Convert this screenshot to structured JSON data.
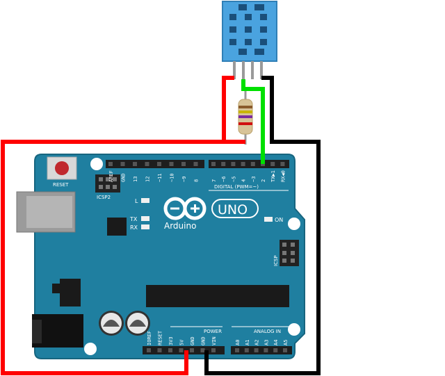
{
  "board": {
    "brand": "Arduino",
    "model": "UNO",
    "reset_label": "RESET",
    "icsp2_label": "ICSP2",
    "icsp_label": "ICSP",
    "on_label": "ON",
    "l_label": "L",
    "tx_label": "TX",
    "rx_label": "RX",
    "digital_label": "DIGITAL (PWM=~)",
    "power_label": "POWER",
    "analog_label": "ANALOG IN",
    "digital_pins": [
      "AREF",
      "GND",
      "13",
      "12",
      "~11",
      "~10",
      "~9",
      "8",
      "7",
      "~6",
      "~5",
      "4",
      "~3",
      "2",
      "TX▶1",
      "RX◀0"
    ],
    "power_pins": [
      "IOREF",
      "RESET",
      "3V3",
      "5V",
      "GND",
      "GND",
      "VIN"
    ],
    "analog_pins": [
      "A0",
      "A1",
      "A2",
      "A3",
      "A4",
      "A5"
    ]
  },
  "colors": {
    "board": "#1c7c9a",
    "board_edge": "#14637c",
    "wire_5v": "#ff0000",
    "wire_gnd": "#000000",
    "wire_data": "#00e000",
    "sensor": "#4aa3df"
  }
}
